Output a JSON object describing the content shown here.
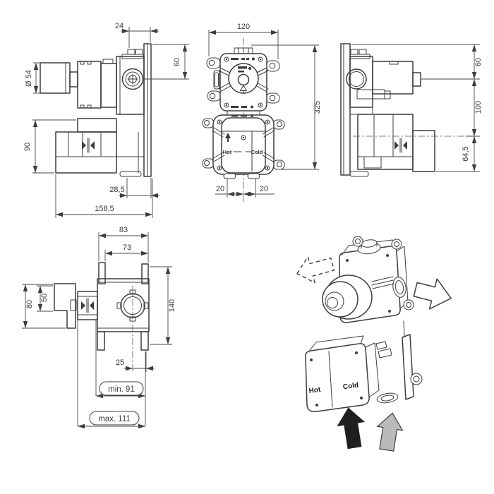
{
  "colors": {
    "line": "#3d3d3d",
    "dim_text": "#3a3a3a",
    "black_arrow": "#1f1f1f",
    "gray_arrow": "#b9babc",
    "background": "#ffffff"
  },
  "views": {
    "side_left": {
      "dims": {
        "top_offset": "24",
        "flange_to_center": "60",
        "handle_diameter": "Ø 54",
        "body_height": "90",
        "wall_offset": "28,5",
        "total_depth": "158,5"
      }
    },
    "front": {
      "dims": {
        "width": "120",
        "height": "325",
        "inlet_left": "20",
        "inlet_right": "20"
      },
      "labels": {
        "hot": "Hot",
        "cold": "Cold"
      }
    },
    "side_right": {
      "dims": {
        "top_to_center": "60",
        "center_to_outlet": "100",
        "outlet_to_bottom": "64,5"
      }
    },
    "section": {
      "dims": {
        "outer_width": "83",
        "inner_width": "73",
        "block_height": "80",
        "block_inner_height": "50",
        "bracket_height": "140",
        "outlet_offset": "25",
        "min_depth": "min. 91",
        "max_depth": "max. 111"
      }
    },
    "perspective": {
      "labels": {
        "hot": "Hot",
        "cold": "Cold"
      }
    }
  }
}
